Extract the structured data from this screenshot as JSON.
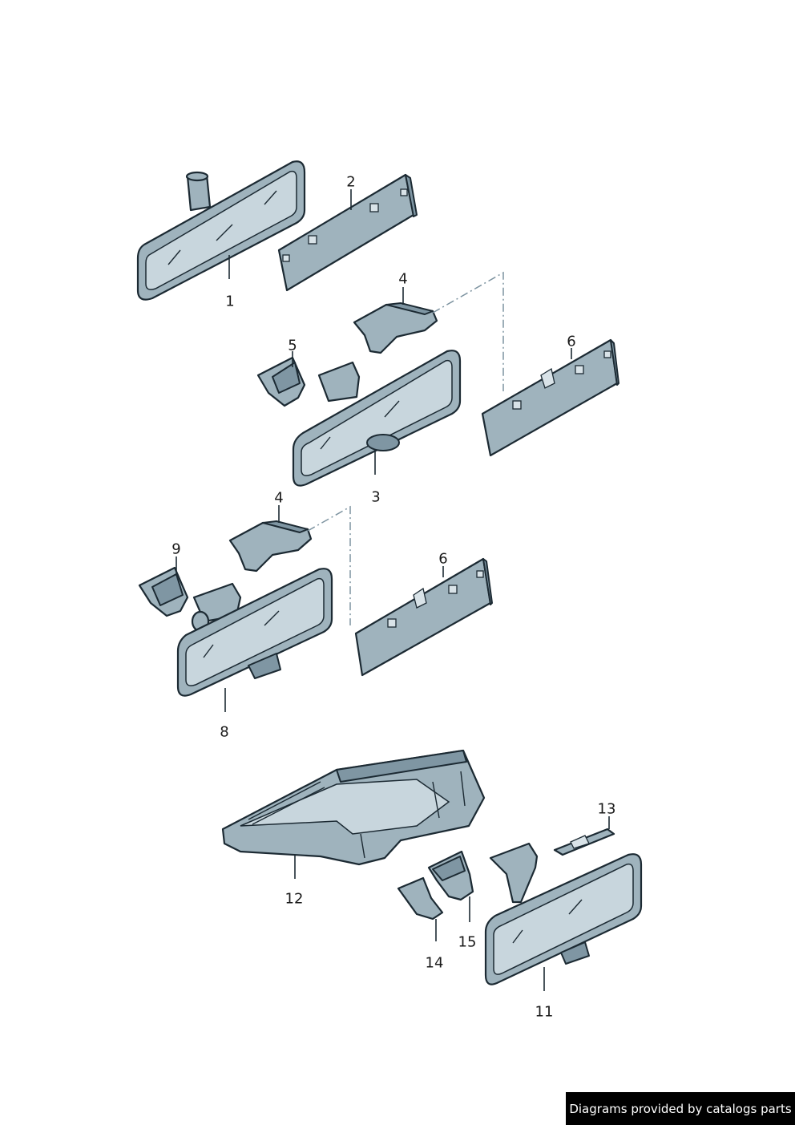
{
  "callouts": [
    {
      "id": "c1",
      "label": "1"
    },
    {
      "id": "c2",
      "label": "2"
    },
    {
      "id": "c3",
      "label": "3"
    },
    {
      "id": "c4a",
      "label": "4"
    },
    {
      "id": "c4b",
      "label": "4"
    },
    {
      "id": "c5",
      "label": "5"
    },
    {
      "id": "c6a",
      "label": "6"
    },
    {
      "id": "c6b",
      "label": "6"
    },
    {
      "id": "c8",
      "label": "8"
    },
    {
      "id": "c9",
      "label": "9"
    },
    {
      "id": "c11",
      "label": "11"
    },
    {
      "id": "c12",
      "label": "12"
    },
    {
      "id": "c13",
      "label": "13"
    },
    {
      "id": "c14",
      "label": "14"
    },
    {
      "id": "c15",
      "label": "15"
    }
  ],
  "credit": "Diagrams provided by catalogs parts",
  "colors": {
    "part": "#9fb3bd",
    "outline": "#1c2a33",
    "background": "#ffffff"
  }
}
